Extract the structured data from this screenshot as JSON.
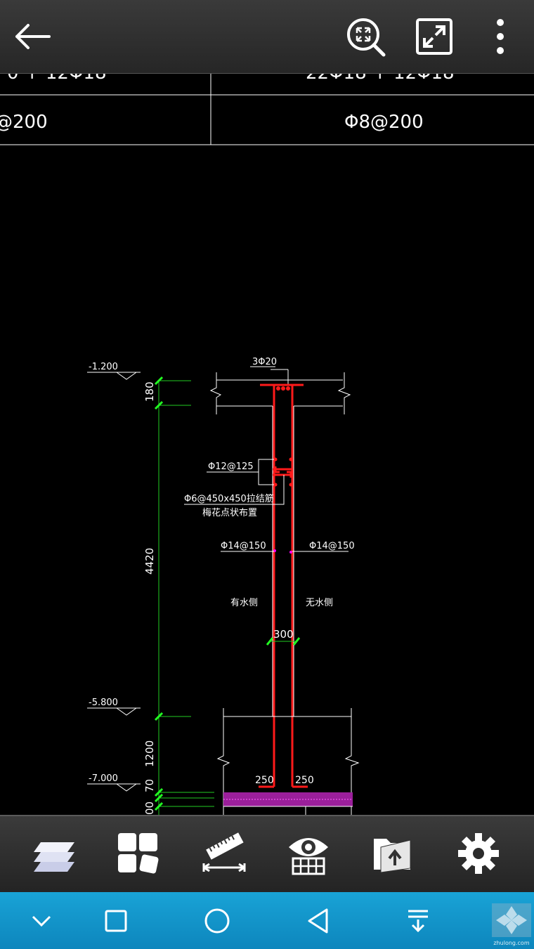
{
  "table": {
    "row1_left": "0 + 12Φ18",
    "row1_right": "22Φ18 + 12Φ18",
    "row2_left": "@200",
    "row2_right": "Φ8@200"
  },
  "drawing": {
    "elev_top": "-1.200",
    "elev_mid": "-5.800",
    "elev_low": "-7.000",
    "dim_180": "180",
    "dim_4420": "4420",
    "dim_1200": "1200",
    "dim_70": "70",
    "dim_00": "00",
    "rebar_top": "3Φ20",
    "stirrup": "Φ12@125",
    "tie_bar_1": "Φ6@450x450拉结筋",
    "tie_bar_2": "梅花点状布置",
    "rebar_left": "Φ14@150",
    "rebar_right": "Φ14@150",
    "water_side": "有水侧",
    "dry_side": "无水侧",
    "wall_thickness": "300",
    "footing_left": "250",
    "footing_right": "250"
  },
  "watermark": "zhulong.com",
  "icons": {
    "top": [
      "arrow-left-icon",
      "zoom-extents-icon",
      "fullscreen-icon",
      "more-vert-icon"
    ],
    "bottom": [
      "layers-icon",
      "layout-icon",
      "measure-icon",
      "view-icon",
      "open-file-icon",
      "settings-icon"
    ],
    "nav": [
      "chevron-down-icon",
      "recent-apps-icon",
      "home-icon",
      "back-icon",
      "notification-pull-icon"
    ]
  },
  "colors": {
    "wall": "#ff1a1a",
    "dimension": "#22cc22",
    "magenta": "#ff00ff",
    "navbar": "#0f95c9"
  }
}
